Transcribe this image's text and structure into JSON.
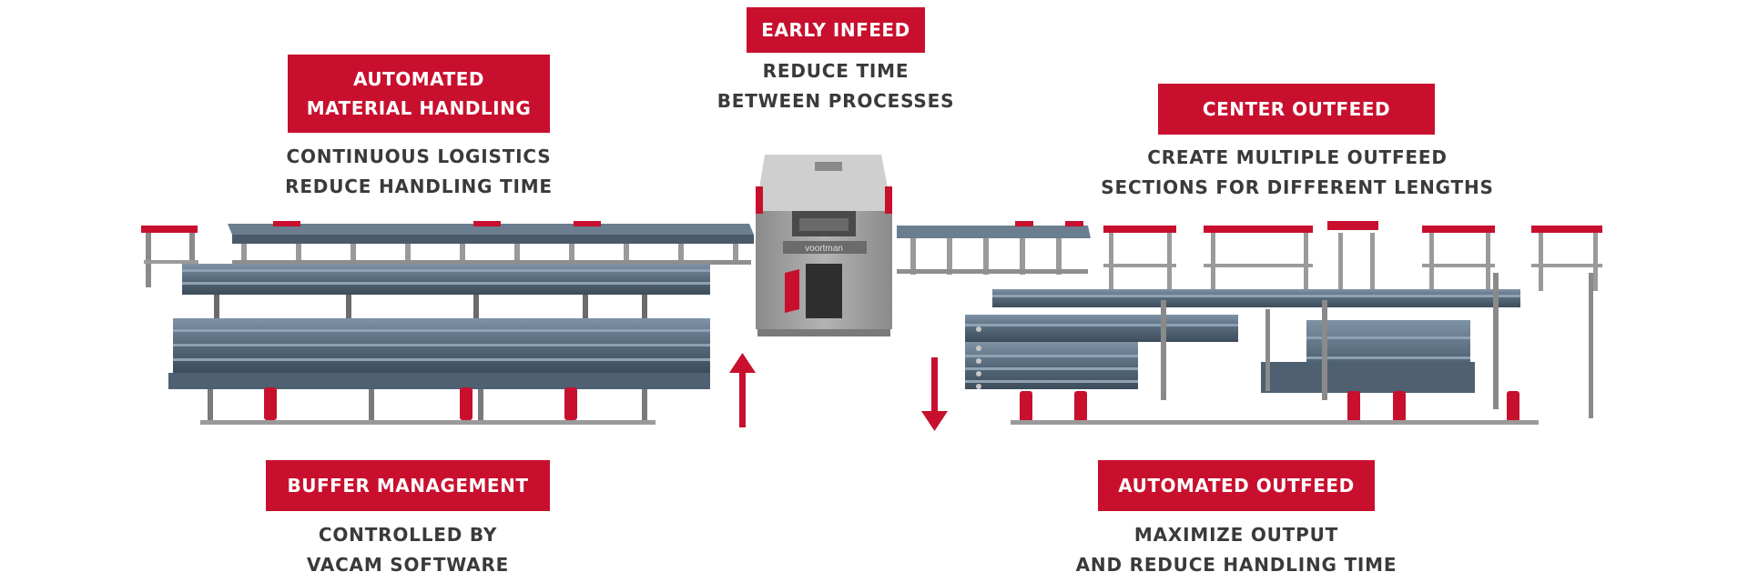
{
  "colors": {
    "accent": "#c8102e",
    "steel": "#5a6e80",
    "machine": "#9a9a9a",
    "text": "#3a3a3a"
  },
  "callouts": {
    "early_infeed": {
      "title": "EARLY INFEED",
      "desc": [
        "REDUCE TIME",
        "BETWEEN PROCESSES"
      ]
    },
    "automated_material_handling": {
      "title": [
        "AUTOMATED",
        "MATERIAL HANDLING"
      ],
      "desc": [
        "CONTINUOUS LOGISTICS",
        "REDUCE HANDLING TIME"
      ]
    },
    "center_outfeed": {
      "title": "CENTER OUTFEED",
      "desc": [
        "CREATE MULTIPLE OUTFEED",
        "SECTIONS FOR DIFFERENT LENGTHS"
      ]
    },
    "buffer_management": {
      "title": "BUFFER MANAGEMENT",
      "desc": [
        "CONTROLLED BY",
        "VACAM SOFTWARE"
      ]
    },
    "automated_outfeed": {
      "title": "AUTOMATED OUTFEED",
      "desc": [
        "MAXIMIZE OUTPUT",
        "AND REDUCE HANDLING TIME"
      ]
    }
  },
  "machine": {
    "brand": "voortman"
  },
  "icons": [
    "arrow-up-icon",
    "arrow-down-icon"
  ]
}
